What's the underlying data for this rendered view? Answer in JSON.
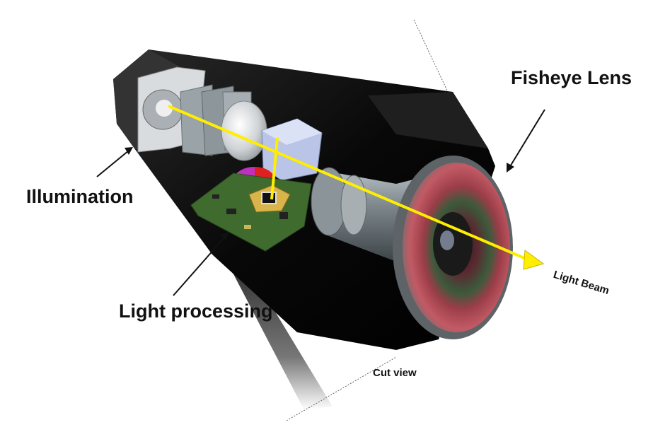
{
  "labels": {
    "fisheye_lens": "Fisheye Lens",
    "illumination": "Illumination",
    "light_processing": "Light processing",
    "light_beam": "Light Beam",
    "cut_view": "Cut view"
  },
  "colors": {
    "housing": "#0b0b0b",
    "housing_side": "#1c1c1c",
    "beam": "#ffee00",
    "lens_barrel": "#8a9296",
    "circuit_board": "#3f6b2e",
    "prism": "#b9c4e6"
  },
  "icons": [
    "lamp-icon",
    "color-wheel-icon",
    "dmd-chip-icon",
    "prism-icon",
    "lens-icon"
  ]
}
